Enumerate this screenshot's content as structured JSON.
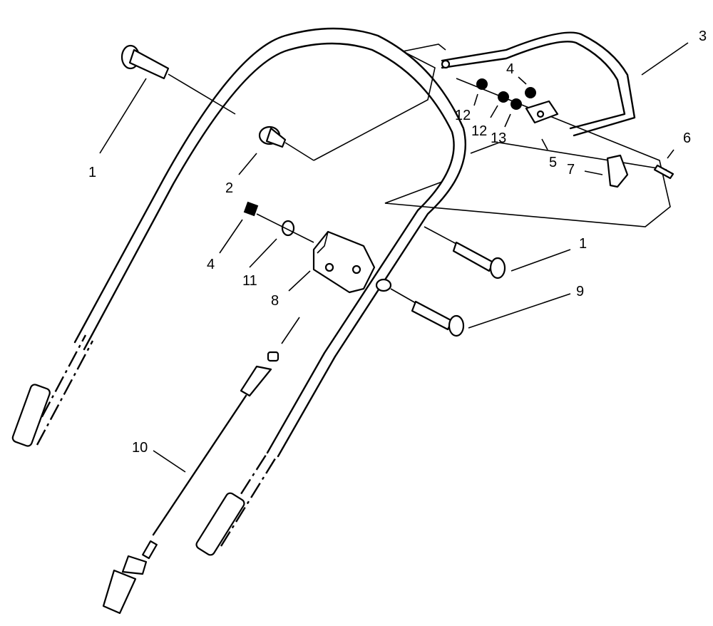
{
  "callouts": [
    {
      "id": "c1a",
      "text": "1"
    },
    {
      "id": "c1b",
      "text": "1"
    },
    {
      "id": "c2",
      "text": "2"
    },
    {
      "id": "c3",
      "text": "3"
    },
    {
      "id": "c4a",
      "text": "4"
    },
    {
      "id": "c4b",
      "text": "4"
    },
    {
      "id": "c5",
      "text": "5"
    },
    {
      "id": "c6",
      "text": "6"
    },
    {
      "id": "c7",
      "text": "7"
    },
    {
      "id": "c8",
      "text": "8"
    },
    {
      "id": "c9",
      "text": "9"
    },
    {
      "id": "c10",
      "text": "10"
    },
    {
      "id": "c11",
      "text": "11"
    },
    {
      "id": "c12a",
      "text": "12"
    },
    {
      "id": "c12b",
      "text": "12"
    },
    {
      "id": "c13",
      "text": "13"
    }
  ]
}
